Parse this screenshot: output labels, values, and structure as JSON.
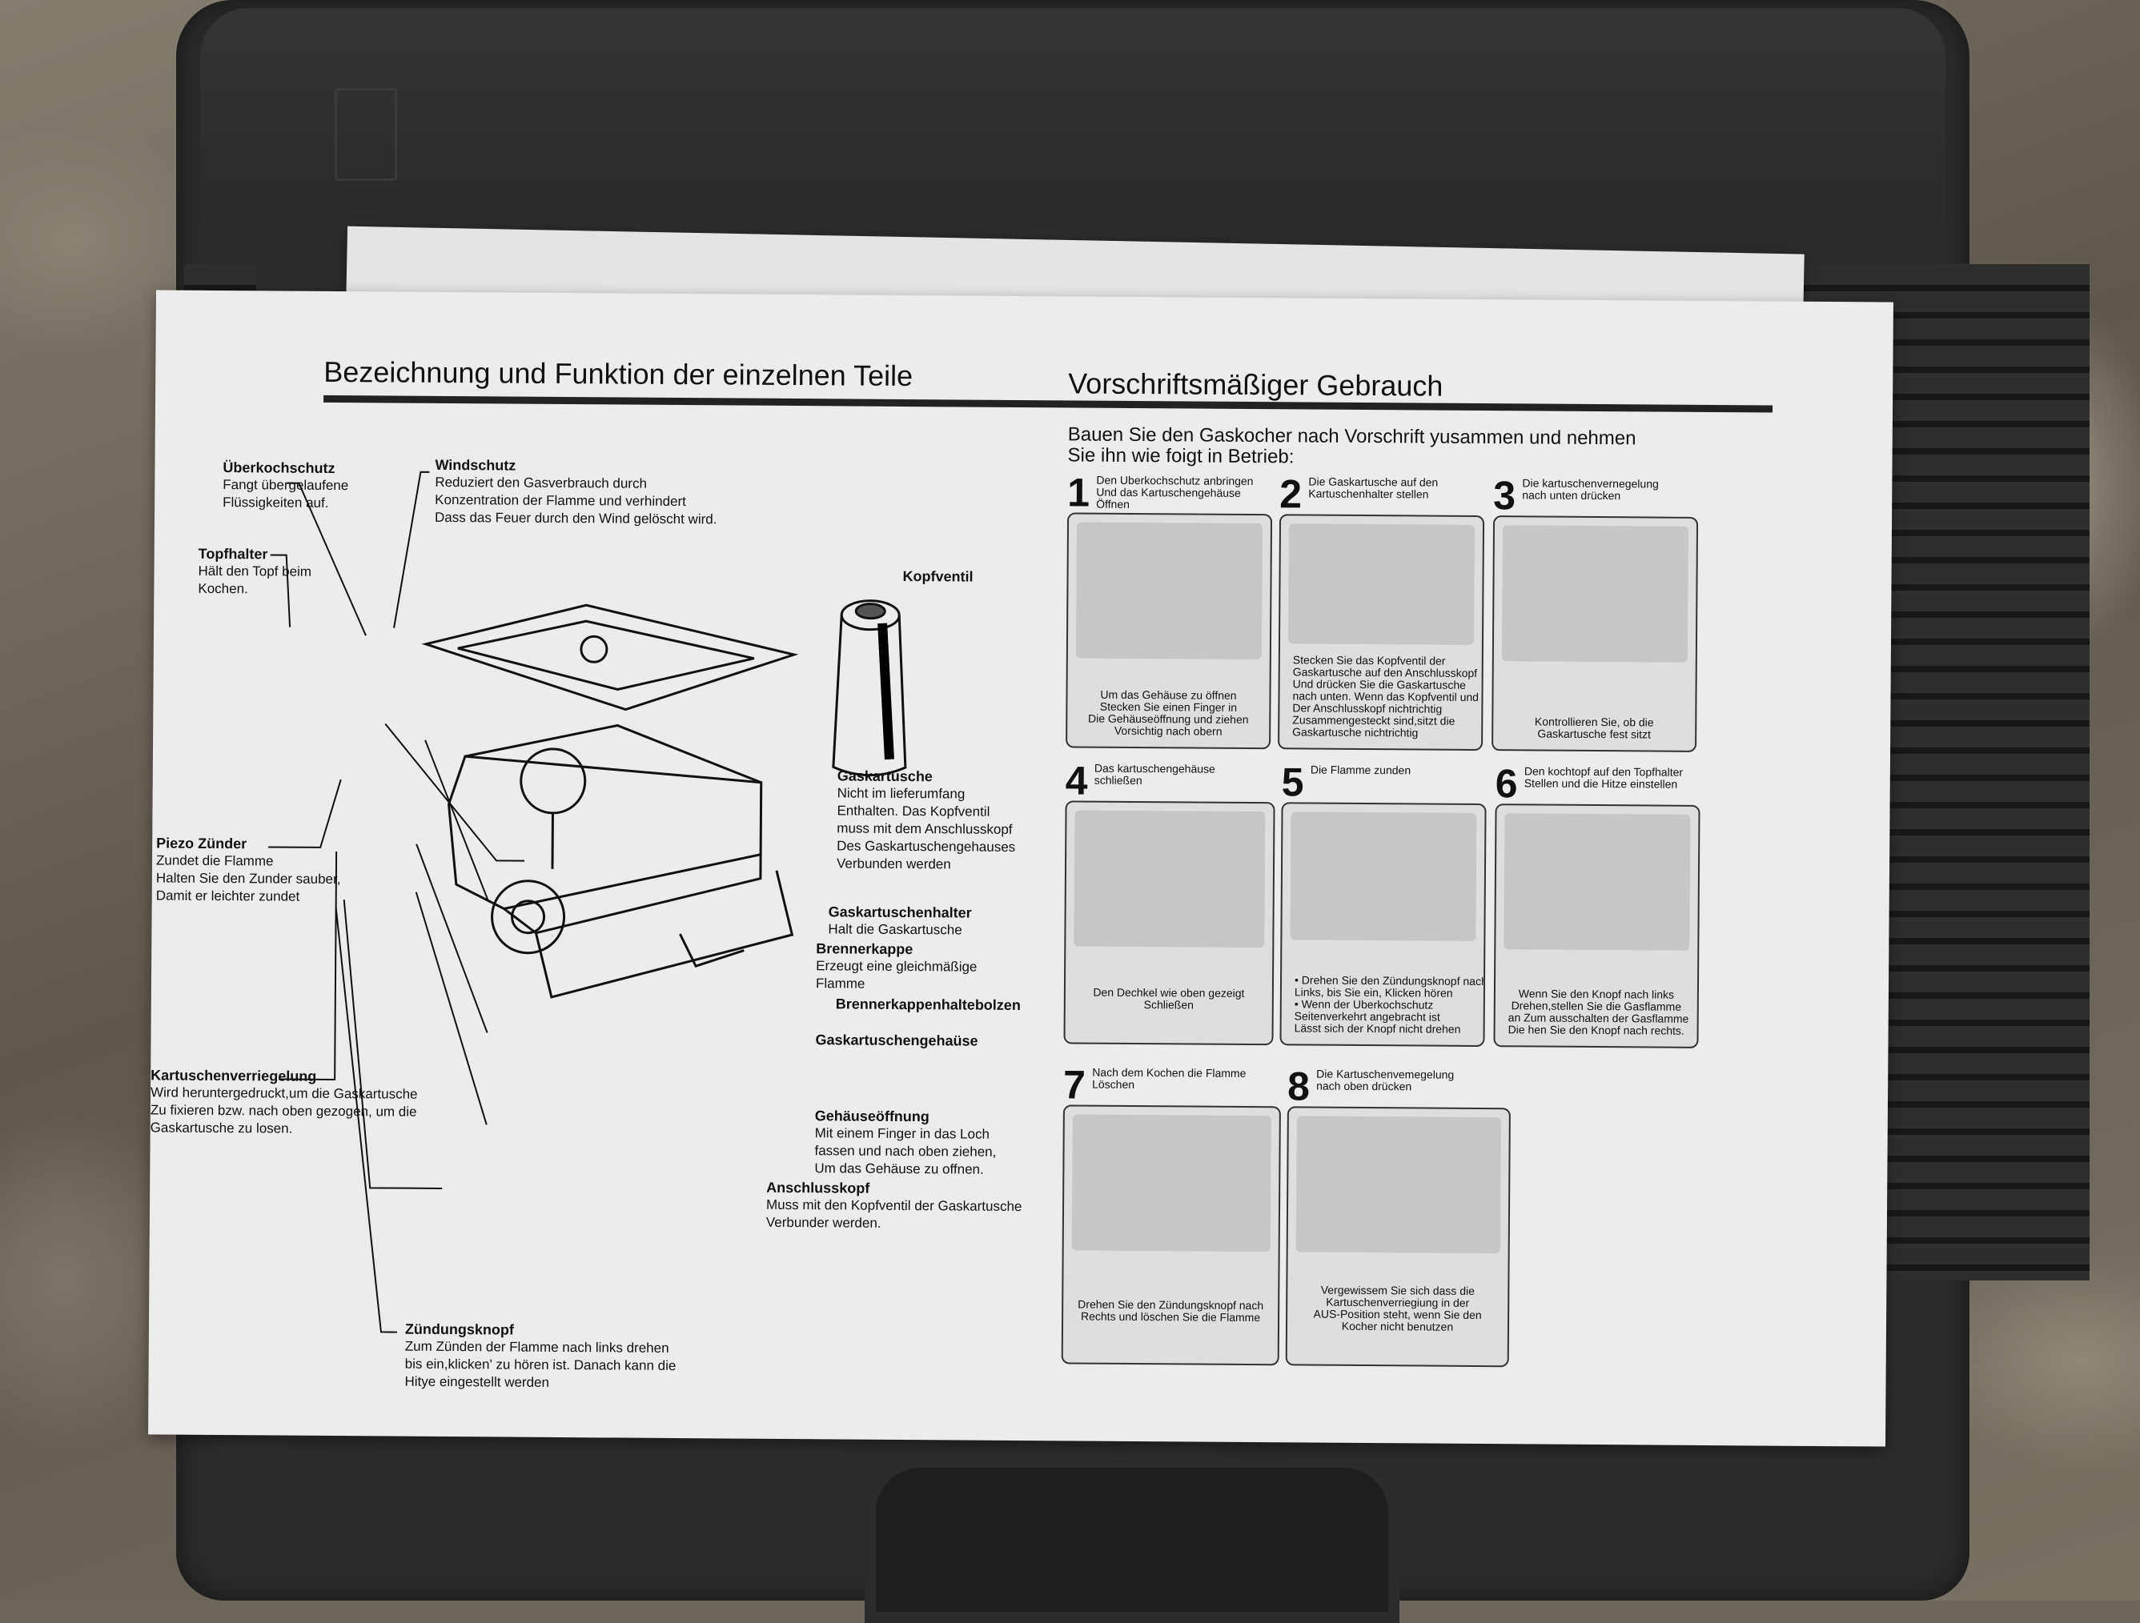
{
  "left_title": "Bezeichnung und Funktion der einzelnen Teile",
  "right_title": "Vorschriftsmäßiger Gebrauch",
  "intro": [
    "Bauen Sie den Gaskocher nach Vorschrift yusammen und nehmen",
    "Sie ihn wie foigt in Betrieb:"
  ],
  "parts": [
    {
      "name": "Überkochschutz",
      "desc": [
        "Fangt übergelaufene",
        "Flüssigkeiten auf."
      ]
    },
    {
      "name": "Windschutz",
      "desc": [
        "Reduziert den Gasverbrauch durch",
        "Konzentration der Flamme und verhindert",
        "Dass das Feuer durch den Wind gelöscht wird."
      ]
    },
    {
      "name": "Topfhalter",
      "desc": [
        "Hält den Topf beim",
        "Kochen."
      ]
    },
    {
      "name": "Kopfventil",
      "desc": []
    },
    {
      "name": "Gaskartusche",
      "desc": [
        "Nicht im lieferumfang",
        "Enthalten. Das Kopfventil",
        "muss mit dem Anschlusskopf",
        "Des Gaskartuschengehauses",
        "Verbunden werden"
      ]
    },
    {
      "name": "Piezo Zünder",
      "desc": [
        "Zundet die Flamme",
        "Halten Sie den Zunder sauber,",
        "Damit er leichter zundet"
      ]
    },
    {
      "name": "Gaskartuschenhalter",
      "desc": [
        "Halt die Gaskartusche"
      ]
    },
    {
      "name": "Brennerkappe",
      "desc": [
        "Erzeugt eine gleichmäßige",
        "Flamme"
      ]
    },
    {
      "name": "Brennerkappenhaltebolzen",
      "desc": []
    },
    {
      "name": "Gaskartuschengehaüse",
      "desc": []
    },
    {
      "name": "Kartuschenverriegelung",
      "desc": [
        "Wird heruntergedruckt,um die Gaskartusche",
        "Zu fixieren bzw. nach oben gezogen, um die",
        "Gaskartusche zu losen."
      ]
    },
    {
      "name": "Gehäuseöffnung",
      "desc": [
        "Mit einem Finger in das Loch",
        "fassen und nach oben ziehen,",
        "Um das Gehäuse zu offnen."
      ]
    },
    {
      "name": "Anschlusskopf",
      "desc": [
        "Muss mit den Kopfventil der Gaskartusche",
        "Verbunder werden."
      ]
    },
    {
      "name": "Zündungsknopf",
      "desc": [
        "Zum Zünden der Flamme nach links drehen",
        "bis ein,klicken' zu hören ist. Danach kann die",
        "Hitye eingestellt werden"
      ]
    }
  ],
  "steps": [
    {
      "num": "1",
      "caption": [
        "Den Uberkochschutz anbringen",
        "Und das Kartuschengehäuse",
        "Öffnen"
      ],
      "desc": [
        "Um das Gehäuse zu öffnen",
        "Stecken Sie einen Finger in",
        "Die Gehäuseöffnung und ziehen",
        "Vorsichtig nach obern"
      ]
    },
    {
      "num": "2",
      "caption": [
        "Die Gaskartusche auf den",
        "Kartuschenhalter stellen"
      ],
      "desc": [
        "Stecken Sie das Kopfventil der",
        "Gaskartusche auf den Anschlusskopf",
        "Und drücken Sie die Gaskartusche",
        "nach unten. Wenn das Kopfventil und",
        "Der Anschlusskopf nichtrichtig",
        "Zusammengesteckt sind,sitzt die",
        "Gaskartusche nichtrichtig"
      ]
    },
    {
      "num": "3",
      "caption": [
        "Die kartuschenvernegelung",
        "nach unten drücken"
      ],
      "desc": [
        "Kontrollieren Sie, ob die",
        "Gaskartusche fest sitzt"
      ]
    },
    {
      "num": "4",
      "caption": [
        "Das kartuschengehäuse",
        "schließen"
      ],
      "desc": [
        "Den Dechkel wie oben gezeigt",
        "Schließen"
      ]
    },
    {
      "num": "5",
      "caption": [
        "Die Flamme zunden"
      ],
      "desc": [
        "• Drehen Sie den Zündungsknopf nach",
        "Links, bis Sie ein, Klicken hören",
        "• Wenn der Uberkochschutz",
        "Seitenverkehrt angebracht ist",
        "Lässt sich der Knopf nicht drehen"
      ]
    },
    {
      "num": "6",
      "caption": [
        "Den kochtopf auf den Topfhalter",
        "Stellen und die Hitze einstellen"
      ],
      "desc": [
        "Wenn Sie den Knopf nach links",
        "Drehen,stellen Sie die Gasflamme",
        "an Zum ausschalten der Gasflamme",
        "Die hen Sie den Knopf nach rechts."
      ]
    },
    {
      "num": "7",
      "caption": [
        "Nach dem Kochen die Flamme",
        "Löschen"
      ],
      "desc": [
        "Drehen Sie den Zündungsknopf nach",
        "Rechts und löschen Sie die Flamme"
      ]
    },
    {
      "num": "8",
      "caption": [
        "Die Kartuschenvemegelung",
        "nach oben drücken"
      ],
      "desc": [
        "Vergewissem Sie sich dass die",
        "Kartuschenverriegiung in der",
        "AUS-Position steht, wenn Sie den",
        "Kocher nicht benutzen"
      ]
    }
  ]
}
